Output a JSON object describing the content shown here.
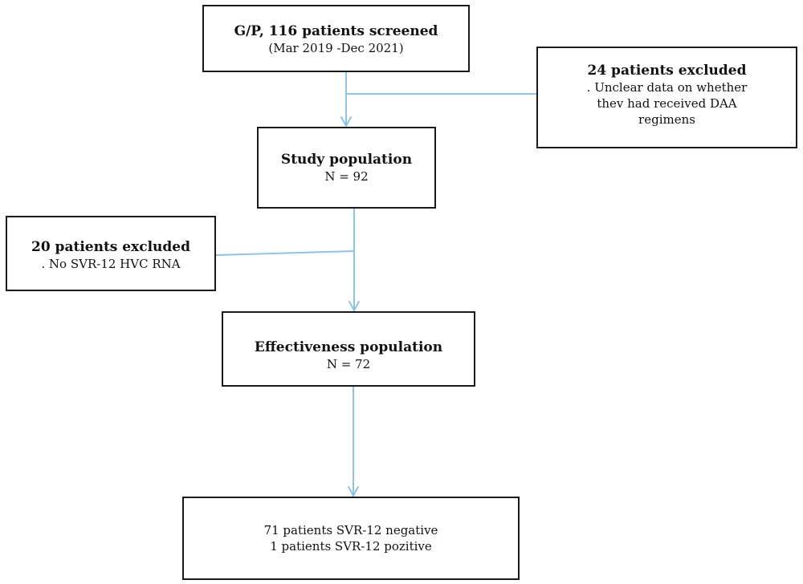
{
  "flow": {
    "screened": {
      "title": "G/P, 116 patients screened",
      "period": "(Mar 2019 -Dec 2021)"
    },
    "excluded_first": {
      "title": "24 patients excluded",
      "reason_line1": ". Unclear data on whether",
      "reason_line2": "thev had received DAA",
      "reason_line3": "regimens"
    },
    "study_population": {
      "title": "Study population",
      "count": "N = 92"
    },
    "excluded_second": {
      "title": "20 patients excluded",
      "reason": ". No SVR-12 HVC RNA"
    },
    "effectiveness_population": {
      "title": "Effectiveness population",
      "count": "N = 72"
    },
    "outcome": {
      "negative": "71 patients SVR-12 negative",
      "positive": "1 patients SVR-12 pozitive"
    }
  },
  "colors": {
    "connector": "#8fc3e3",
    "box_border": "#1a1a1a",
    "background": "#ffffff"
  }
}
